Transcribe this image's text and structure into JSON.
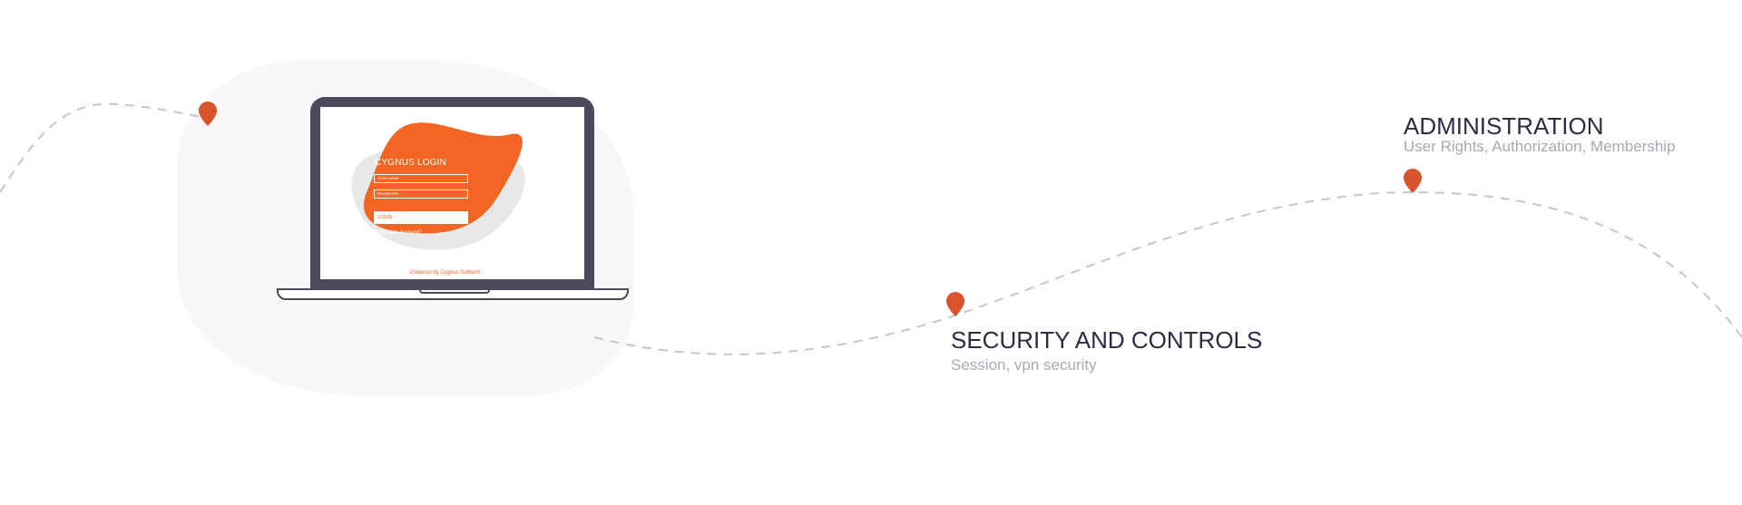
{
  "login_mockup": {
    "title": "CYGNUS LOGIN",
    "username_placeholder": "USER NAME",
    "password_placeholder": "PASSWORD",
    "login_button": "LOGIN",
    "forgot_link": "Forgotten account?",
    "powered_by": "Powered by Cygnus Softtech"
  },
  "features": [
    {
      "title": "ADMINISTRATION",
      "subtitle": "User Rights, Authorization, Membership"
    },
    {
      "title": "SECURITY AND CONTROLS",
      "subtitle": "Session, vpn security"
    }
  ],
  "colors": {
    "accent": "#f26522",
    "pin": "#d9532c",
    "laptop": "#4a4a5c",
    "title_text": "#2b2d42",
    "subtitle_text": "#a7a9b4",
    "path": "#c4c6cc"
  }
}
